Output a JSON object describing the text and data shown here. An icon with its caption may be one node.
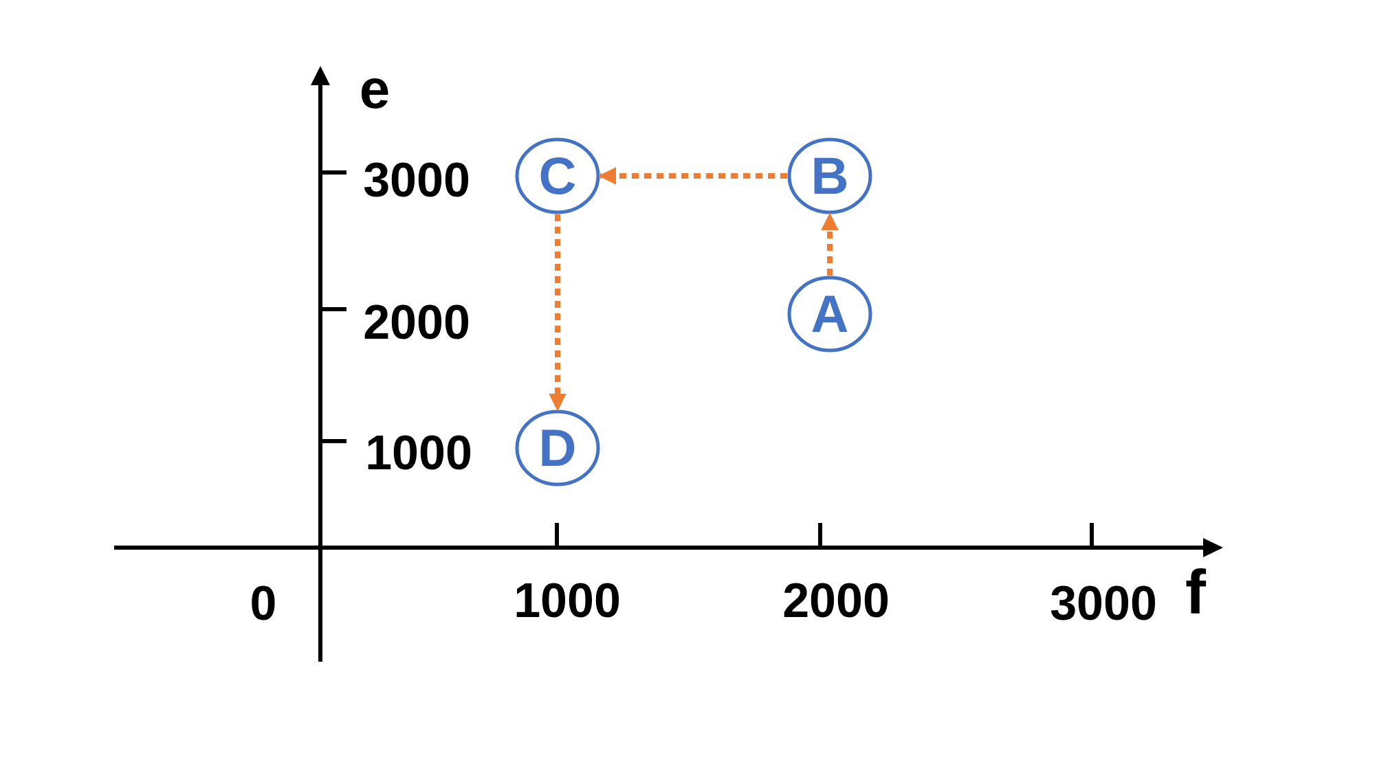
{
  "diagram": {
    "nodes": [
      {
        "text": [
          "C"
        ]
      },
      {
        "text": [
          "B"
        ]
      },
      {
        "text": [
          "A"
        ]
      },
      {
        "text": [
          "D"
        ]
      }
    ],
    "edges": [
      {
        "from": 1,
        "to": 0,
        "arrow": "to",
        "style": "dashed"
      },
      {
        "from": 2,
        "to": 1,
        "arrow": "to",
        "style": "dashed"
      },
      {
        "from": 0,
        "to": 3,
        "arrow": "to",
        "style": "dashed"
      }
    ],
    "labels": [
      "e",
      "3000",
      "2000",
      "1000",
      "0",
      "1000",
      "2000",
      "3000",
      "f"
    ]
  }
}
